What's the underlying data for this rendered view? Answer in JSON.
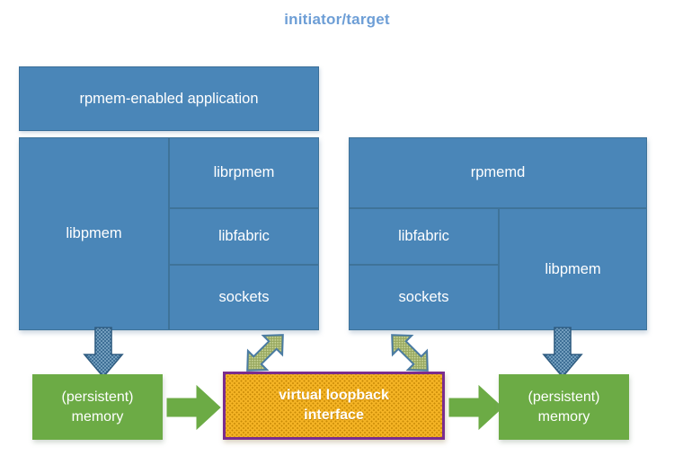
{
  "diagram": {
    "title": "initiator/target",
    "title_color": "#6d9ed6",
    "background": "#ffffff",
    "palette": {
      "blue_box": "#4a86b8",
      "blue_border": "#3b6f99",
      "green_box": "#6cab45",
      "orange_box": "#f4b324",
      "orange_dots": "#c98b06",
      "purple_border": "#7b2d8e",
      "blue_arrow": "#3e6f96",
      "green_arrow": "#6cab45",
      "khaki_arrow": "#9aa85f"
    },
    "initiator_stack": {
      "application": "rpmem-enabled application",
      "libpmem": "libpmem",
      "librpmem": "librpmem",
      "libfabric": "libfabric",
      "sockets": "sockets"
    },
    "target_stack": {
      "rpmemd": "rpmemd",
      "libfabric": "libfabric",
      "sockets": "sockets",
      "libpmem": "libpmem"
    },
    "bottom_row": {
      "left_memory_line1": "(persistent)",
      "left_memory_line2": "memory",
      "loopback_line1": "virtual loopback",
      "loopback_line2": "interface",
      "right_memory_line1": "(persistent)",
      "right_memory_line2": "memory"
    },
    "arrows": {
      "left_down": "down-arrow-icon",
      "left_diagonal": "double-headed-diagonal-arrow-icon",
      "right_diagonal": "double-headed-diagonal-arrow-icon",
      "right_down": "down-arrow-icon",
      "green_left": "right-arrow-icon",
      "green_right": "right-arrow-icon"
    }
  }
}
